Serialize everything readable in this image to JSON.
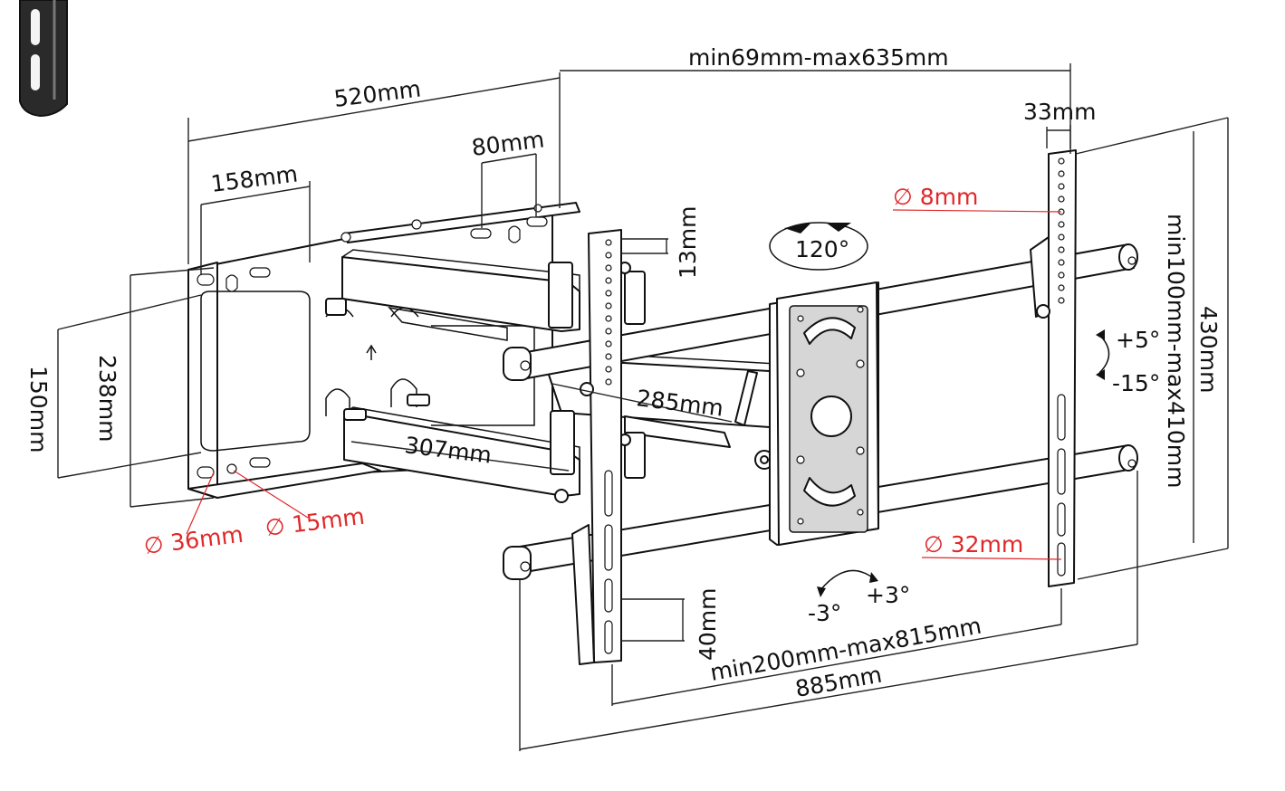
{
  "title": "",
  "dimensions": {
    "wall_plate_width": "520mm",
    "rail_range": "min69mm-max635mm",
    "hole_spacing_top": "80mm",
    "hole_spacing_left": "158mm",
    "bracket_width": "33mm",
    "slot_height": "13mm",
    "rotation": "120°",
    "vertical_hole_range": "min100mm-max410mm",
    "overall_height": "430mm",
    "wall_plate_height": "238mm",
    "hole_spacing_vertical": "150mm",
    "arm_length_upper": "285mm",
    "arm_length_lower": "307mm",
    "lower_slot_height": "40mm",
    "horizontal_range": "min200mm-max815mm",
    "overall_width": "885mm"
  },
  "red_callouts": {
    "bolt_hole": "∅ 8mm",
    "rail_diameter": "∅ 32mm",
    "wall_hole_large": "∅ 36mm",
    "wall_hole_small": "∅ 15mm"
  },
  "tilt": {
    "up": "+5°",
    "down": "-15°"
  },
  "swivel": {
    "left": "-3°",
    "right": "+3°"
  },
  "colors": {
    "callout": "#e0282a",
    "line": "#111111"
  }
}
